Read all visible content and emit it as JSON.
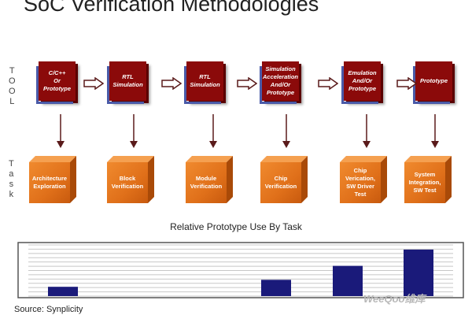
{
  "title": "SoC Verification Methodologies",
  "row_labels": {
    "tool": [
      "T",
      "O",
      "O",
      "L"
    ],
    "task": [
      "T",
      "a",
      "s",
      "k"
    ]
  },
  "tools": [
    {
      "lines": [
        "C/C++",
        "Or",
        "Prototype"
      ]
    },
    {
      "lines": [
        "RTL",
        "Simulation"
      ]
    },
    {
      "lines": [
        "RTL",
        "Simulation"
      ]
    },
    {
      "lines": [
        "Simulation",
        "Acceleration",
        "And/Or",
        "Prototype"
      ]
    },
    {
      "lines": [
        "Emulation",
        "And/Or",
        "Prototype"
      ]
    },
    {
      "lines": [
        "Prototype"
      ]
    }
  ],
  "tasks": [
    {
      "text": "Architecture\nExploration"
    },
    {
      "text": "Block\nVerification"
    },
    {
      "text": "Module\nVerification"
    },
    {
      "text": "Chip\nVerification"
    },
    {
      "text": "Chip\nVerication,\nSW Driver\nTest"
    },
    {
      "text": "System\nIntegration,\nSW Test"
    }
  ],
  "chart_title": "Relative Prototype Use By Task",
  "chart_data": {
    "type": "bar",
    "categories": [
      "Architecture Exploration",
      "Block Verification",
      "Module Verification",
      "Chip Verification",
      "Chip Verication, SW Driver Test",
      "System Integration, SW Test"
    ],
    "values": [
      2,
      0,
      0,
      3.5,
      6.5,
      10
    ],
    "ylim": [
      0,
      11
    ],
    "grid": true,
    "bar_color": "#1a1a7a"
  },
  "source": "Source: Synplicity",
  "watermark": "WeeQoo维库",
  "colors": {
    "tool_box": "#8b0a0a",
    "task_box": "#e67a22",
    "bar": "#1a1a7a",
    "arrow_fill": "#ffffff",
    "arrow_stroke": "#5a1a1a"
  }
}
